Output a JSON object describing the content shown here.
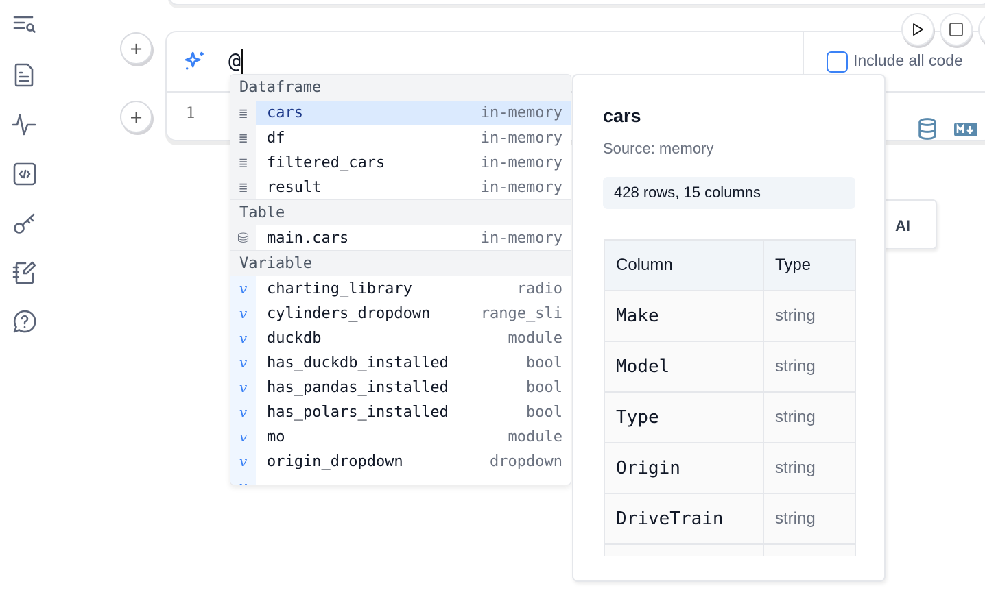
{
  "sidebar": {
    "items": [
      {
        "icon": "search-list-icon"
      },
      {
        "icon": "file-text-icon"
      },
      {
        "icon": "activity-icon"
      },
      {
        "icon": "code-square-icon"
      },
      {
        "icon": "key-icon"
      },
      {
        "icon": "notebook-pen-icon"
      },
      {
        "icon": "help-circle-icon"
      }
    ]
  },
  "cell": {
    "prompt_value": "@",
    "line_number": "1",
    "include_all_code_label": "Include all code",
    "include_all_code_checked": false,
    "ai_button_label": "AI"
  },
  "colors": {
    "accent": "#3b82f6",
    "selected_row": "#dbeafe",
    "icon_blue": "#5a8aad"
  },
  "autocomplete": {
    "groups": [
      {
        "label": "Dataframe",
        "items": [
          {
            "name": "cars",
            "type": "in-memory",
            "selected": true
          },
          {
            "name": "df",
            "type": "in-memory"
          },
          {
            "name": "filtered_cars",
            "type": "in-memory"
          },
          {
            "name": "result",
            "type": "in-memory"
          }
        ]
      },
      {
        "label": "Table",
        "items": [
          {
            "name": "main.cars",
            "type": "in-memory"
          }
        ]
      },
      {
        "label": "Variable",
        "items": [
          {
            "name": "charting_library",
            "type": "radio"
          },
          {
            "name": "cylinders_dropdown",
            "type": "range_sli"
          },
          {
            "name": "duckdb",
            "type": "module"
          },
          {
            "name": "has_duckdb_installed",
            "type": "bool"
          },
          {
            "name": "has_pandas_installed",
            "type": "bool"
          },
          {
            "name": "has_polars_installed",
            "type": "bool"
          },
          {
            "name": "mo",
            "type": "module"
          },
          {
            "name": "origin_dropdown",
            "type": "dropdown"
          }
        ]
      }
    ]
  },
  "info": {
    "title": "cars",
    "source": "Source: memory",
    "summary": "428 rows, 15 columns",
    "headers": [
      "Column",
      "Type"
    ],
    "rows": [
      [
        "Make",
        "string"
      ],
      [
        "Model",
        "string"
      ],
      [
        "Type",
        "string"
      ],
      [
        "Origin",
        "string"
      ],
      [
        "DriveTrain",
        "string"
      ]
    ]
  }
}
